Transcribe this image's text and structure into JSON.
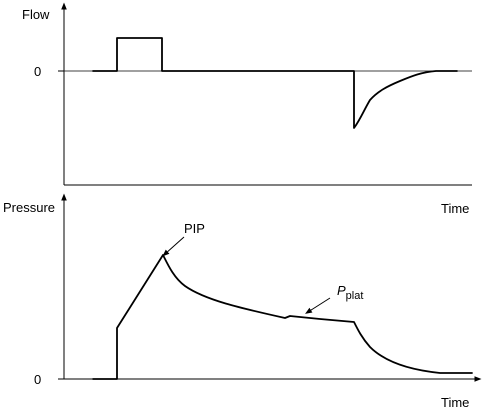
{
  "flow_chart": {
    "ylabel": "Flow",
    "zero_label": "0",
    "xlabel": "Time"
  },
  "pressure_chart": {
    "ylabel": "Pressure",
    "zero_label": "0",
    "xlabel": "Time",
    "annotation_pip": "PIP",
    "annotation_pplat_main": "P",
    "annotation_pplat_sub": "plat"
  }
}
